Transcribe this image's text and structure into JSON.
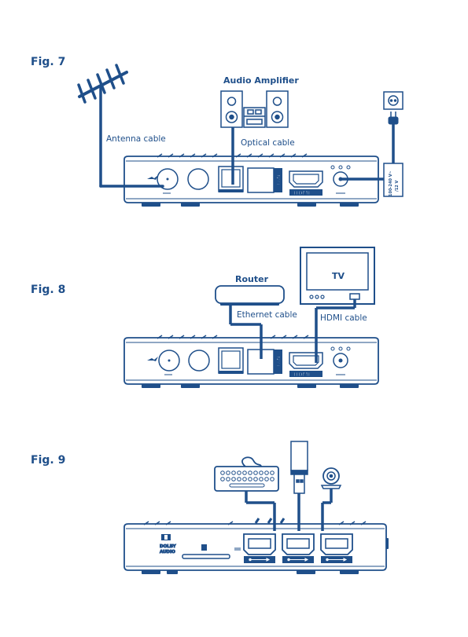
{
  "colors": {
    "primary": "#1f4f8a",
    "background": "#ffffff",
    "light_fill": "#eef2f7"
  },
  "figures": {
    "fig7": {
      "label": "Fig. 7",
      "antenna_cable": "Antenna cable",
      "audio_amplifier": "Audio Amplifier",
      "optical_cable": "Optical cable",
      "power_voltage_1": "100-240 V~",
      "power_voltage_2": "/12 V"
    },
    "fig8": {
      "label": "Fig. 8",
      "router": "Router",
      "ethernet_cable": "Ethernet cable",
      "hdmi_cable": "HDMI cable",
      "tv": "TV"
    },
    "fig9": {
      "label": "Fig. 9",
      "dolby_line1": "DOLBY",
      "dolby_line2": "AUDIO"
    },
    "ports": {
      "lan": "LAN",
      "hdmi": "HDMI"
    }
  },
  "icons": [
    "antenna-icon",
    "speaker-icon",
    "power-plug-icon",
    "wall-socket-icon",
    "router-icon",
    "tv-icon",
    "keyboard-icon",
    "usb-stick-icon",
    "webcam-icon",
    "usb-symbol-icon",
    "dolby-logo-icon"
  ]
}
